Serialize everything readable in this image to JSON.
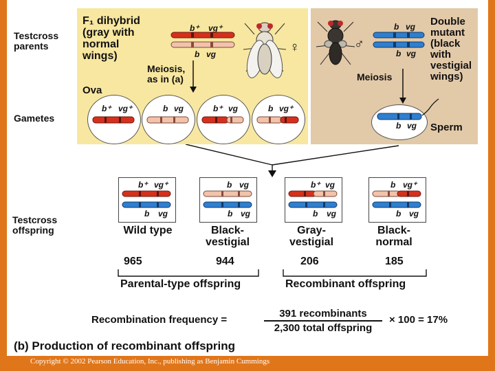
{
  "colors": {
    "frame": "#e0761a",
    "yellow_panel": "#f8e7a0",
    "tan_panel": "#e2c9a8",
    "red_chrom": "#d6301c",
    "pink_chrom": "#f2c2aa",
    "blue_chrom": "#2f7fd0"
  },
  "parents": {
    "label": "Testcross\nparents",
    "f1_title": "F₁ dihybrid\n(gray with\nnormal\nwings)",
    "double_title": "Double\nmutant\n(black\nwith\nvestigial\nwings)",
    "female_symbol": "♀",
    "male_symbol": "♂",
    "f1_top_alleles": [
      "b⁺",
      "vg⁺"
    ],
    "f1_bottom_alleles": [
      "b",
      "vg"
    ],
    "dm_top_alleles": [
      "b",
      "vg"
    ],
    "dm_bottom_alleles": [
      "b",
      "vg"
    ]
  },
  "meiosis_left": "Meiosis,\nas in (a)",
  "meiosis_right": "Meiosis",
  "ova_label": "Ova",
  "gametes_label": "Gametes",
  "sperm_label": "Sperm",
  "ova": [
    {
      "alleles": [
        "b⁺",
        "vg⁺"
      ]
    },
    {
      "alleles": [
        "b",
        "vg"
      ]
    },
    {
      "alleles": [
        "b⁺",
        "vg"
      ]
    },
    {
      "alleles": [
        "b",
        "vg⁺"
      ]
    }
  ],
  "sperm_alleles": [
    "b",
    "vg"
  ],
  "offspring_label": "Testcross\noffspring",
  "offspring": [
    {
      "top": [
        "b⁺",
        "vg⁺"
      ],
      "bottom": [
        "b",
        "vg"
      ],
      "name": "Wild type",
      "count": "965"
    },
    {
      "top": [
        "b",
        "vg"
      ],
      "bottom": [
        "b",
        "vg"
      ],
      "name": "Black-\nvestigial",
      "count": "944"
    },
    {
      "top": [
        "b⁺",
        "vg"
      ],
      "bottom": [
        "b",
        "vg"
      ],
      "name": "Gray-\nvestigial",
      "count": "206"
    },
    {
      "top": [
        "b",
        "vg⁺"
      ],
      "bottom": [
        "b",
        "vg"
      ],
      "name": "Black-\nnormal",
      "count": "185"
    }
  ],
  "parental_label": "Parental-type offspring",
  "recombinant_label": "Recombinant offspring",
  "formula": {
    "left": "Recombination frequency =",
    "numerator": "391 recombinants",
    "denominator": "2,300 total offspring",
    "result": "× 100 = 17%"
  },
  "caption": "(b) Production of recombinant offspring",
  "copyright": "Copyright © 2002 Pearson Education, Inc., publishing as Benjamin Cummings"
}
